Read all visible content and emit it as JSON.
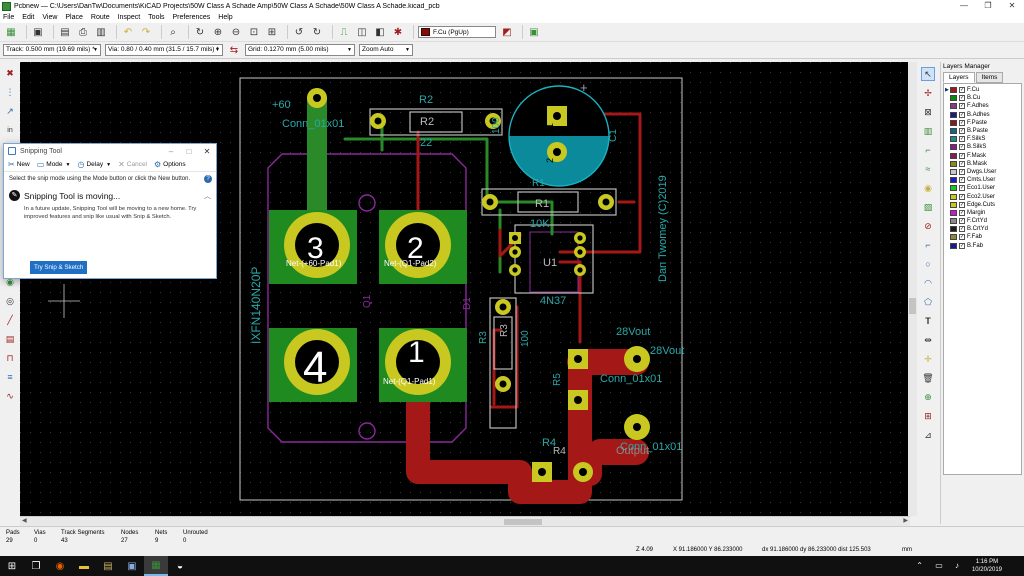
{
  "window": {
    "title": "Pcbnew — C:\\Users\\DanTw\\Documents\\KiCAD Projects\\50W Class A Schade Amp\\50W Class A Schade\\50W Class A Schade.kicad_pcb",
    "minimize": "—",
    "maximize": "❐",
    "close": "✕"
  },
  "menu": [
    "File",
    "Edit",
    "View",
    "Place",
    "Route",
    "Inspect",
    "Tools",
    "Preferences",
    "Help"
  ],
  "toolbar": {
    "active_layer": "F.Cu (PgUp)",
    "active_layer_color": "#7a1010"
  },
  "toolbar2": {
    "track": "Track: 0.500 mm (19.69 mils) *",
    "via": "Via: 0.80 / 0.40 mm (31.5 / 15.7 mils) *",
    "grid": "Grid: 0.1270 mm (5.00 mils)",
    "zoom": "Zoom Auto"
  },
  "pcb": {
    "silk": {
      "plus60": "+60",
      "conn_x01": "Conn_01x01",
      "r2_ref": "R2",
      "r2_val": "R2",
      "r2_100": "100",
      "num22": "22",
      "c1": "C1",
      "plus": "+",
      "r1_ref": "R1",
      "r1_small": "R1",
      "val10k": "10K",
      "u1": "U1",
      "part4n37": "4N37",
      "ixfn": "IXFN140N20P",
      "author": "Dan Twomey (C)2019",
      "r3_ref": "R3",
      "r3_val": "R3",
      "r3_100": "100",
      "v28": "28Vout",
      "v28b": "28Vout",
      "r5": "R5",
      "conn_b": "Conn_01x01",
      "conn_c": "Conn_01x01",
      "r4": "R4",
      "r4b": "R4",
      "output": "Output",
      "q1": "Q1",
      "d1": "D1",
      "pad3": "3",
      "pad2": "2",
      "pad4": "4",
      "pad1": "1",
      "pin1": "1",
      "pin2": "2",
      "net_pad3": "Net-(+60-Pad1)",
      "net_pad2": "Net-(Q1-Pad2)",
      "net_pad1": "Net-(Q1-Pad1)",
      "u1_pin": "U1"
    }
  },
  "layers_manager": {
    "title": "Layers Manager",
    "tabs": [
      "Layers",
      "Items"
    ],
    "layers": [
      {
        "name": "F.Cu",
        "color": "#a01818",
        "selected": true
      },
      {
        "name": "B.Cu",
        "color": "#0a8a0a"
      },
      {
        "name": "F.Adhes",
        "color": "#8a3a8a"
      },
      {
        "name": "B.Adhes",
        "color": "#1a1a8a"
      },
      {
        "name": "F.Paste",
        "color": "#8a1a1a"
      },
      {
        "name": "B.Paste",
        "color": "#0a6a8a"
      },
      {
        "name": "F.SilkS",
        "color": "#1a8a8a"
      },
      {
        "name": "B.SilkS",
        "color": "#8a1a8a"
      },
      {
        "name": "F.Mask",
        "color": "#8a1a5a"
      },
      {
        "name": "B.Mask",
        "color": "#8a8a1a"
      },
      {
        "name": "Dwgs.User",
        "color": "#c8c8c8"
      },
      {
        "name": "Cmts.User",
        "color": "#1a1ac8"
      },
      {
        "name": "Eco1.User",
        "color": "#1ac81a"
      },
      {
        "name": "Eco2.User",
        "color": "#c8c81a"
      },
      {
        "name": "Edge.Cuts",
        "color": "#c8c81a"
      },
      {
        "name": "Margin",
        "color": "#c81ac8"
      },
      {
        "name": "F.CrtYd",
        "color": "#8a8a8a"
      },
      {
        "name": "B.CrtYd",
        "color": "#1a1a1a"
      },
      {
        "name": "F.Fab",
        "color": "#8a8a3a"
      },
      {
        "name": "B.Fab",
        "color": "#1a1a8a"
      }
    ]
  },
  "status": {
    "pads_label": "Pads",
    "pads": "29",
    "vias_label": "Vias",
    "vias": "0",
    "tracks_label": "Track Segments",
    "tracks": "43",
    "nodes_label": "Nodes",
    "nodes": "27",
    "nets_label": "Nets",
    "nets": "9",
    "unrouted_label": "Unrouted",
    "unrouted": "0",
    "zoom": "Z 4.09",
    "xy": "X 91.186000  Y 86.233000",
    "dxy": "dx 91.186000  dy 86.233000  dist 125.503",
    "units": "mm"
  },
  "taskbar": {
    "time": "1:16 PM",
    "date": "10/20/2019"
  },
  "snipping_tool": {
    "title": "Snipping Tool",
    "new": "New",
    "mode": "Mode",
    "delay": "Delay",
    "cancel": "Cancel",
    "options": "Options",
    "description": "Select the snip mode using the Mode button or click the New button.",
    "moving_title": "Snipping Tool is moving...",
    "moving_body": "In a future update, Snipping Tool will be moving to a new home. Try improved features and snip like usual with Snip & Sketch.",
    "try_button": "Try Snip & Sketch"
  }
}
